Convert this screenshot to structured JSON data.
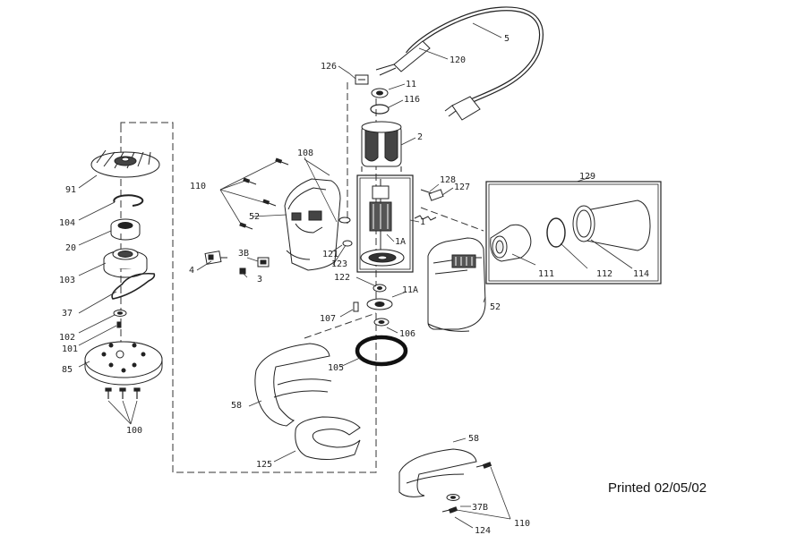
{
  "printed_date": "Printed 02/05/02",
  "part_labels": {
    "p5": "5",
    "p120": "120",
    "p126": "126",
    "p11": "11",
    "p116": "116",
    "p2": "2",
    "p128": "128",
    "p127": "127",
    "p1": "1",
    "p1A": "1A",
    "p129": "129",
    "p108": "108",
    "p110a": "110",
    "p52a": "52",
    "p91": "91",
    "p104": "104",
    "p20": "20",
    "p103": "103",
    "p37": "37",
    "p102": "102",
    "p101": "101",
    "p85": "85",
    "p100": "100",
    "p4": "4",
    "p3B": "3B",
    "p3": "3",
    "p121": "121",
    "p123": "123",
    "p122": "122",
    "p11A": "11A",
    "p107": "107",
    "p106": "106",
    "p105": "105",
    "p111": "111",
    "p112": "112",
    "p114": "114",
    "p52b": "52",
    "p58a": "58",
    "p125": "125",
    "p58b": "58",
    "p37B": "37B",
    "p110b": "110",
    "p124": "124"
  }
}
